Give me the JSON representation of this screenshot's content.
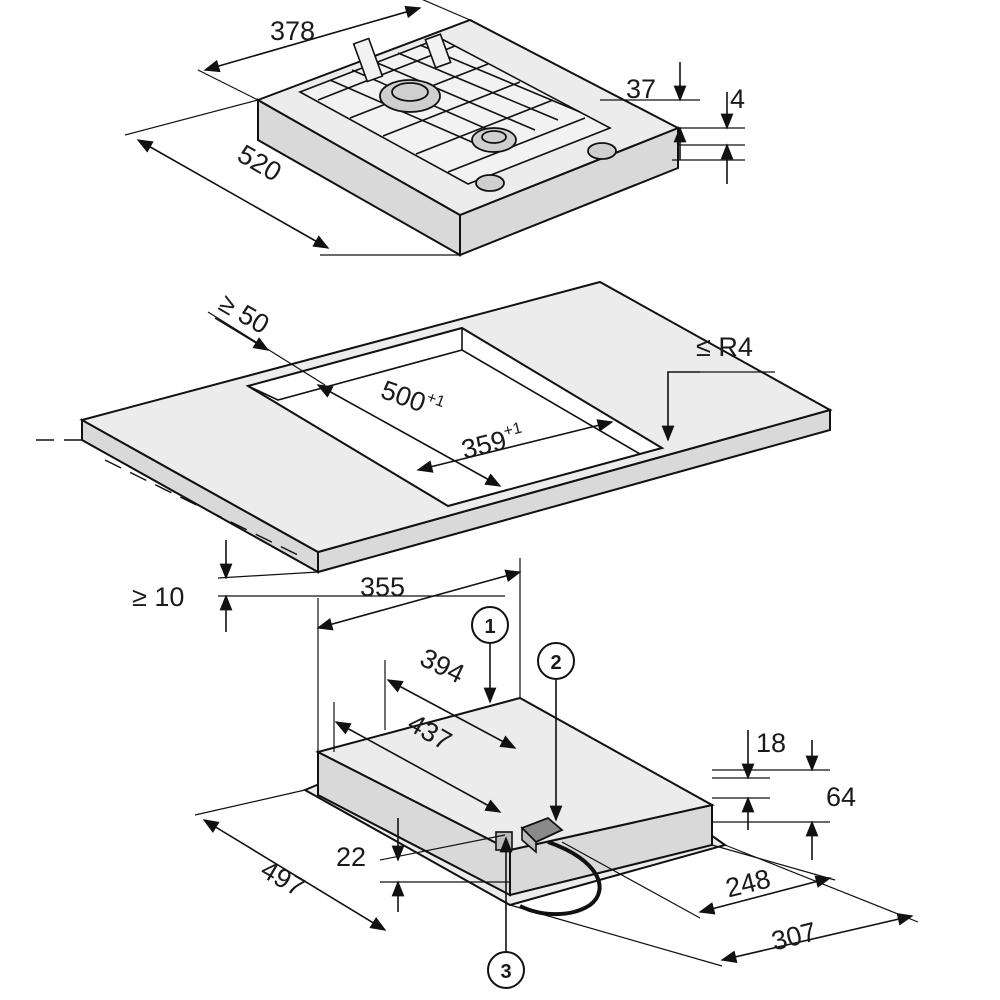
{
  "hob": {
    "width": "378",
    "depth": "520",
    "height_total": "37",
    "height_frame": "4"
  },
  "worktop": {
    "min_edge": "≥ 50",
    "radius": "≤ R4",
    "cutout_depth": "500",
    "cutout_depth_tol": "+1",
    "cutout_width": "359",
    "cutout_width_tol": "+1",
    "min_clearance": "≥ 10"
  },
  "underside": {
    "dim_355": "355",
    "dim_394": "394",
    "dim_437": "437",
    "dim_497": "497",
    "dim_22": "22",
    "dim_18": "18",
    "dim_64": "64",
    "dim_248": "248",
    "dim_307": "307"
  },
  "callouts": [
    "1",
    "2",
    "3"
  ]
}
